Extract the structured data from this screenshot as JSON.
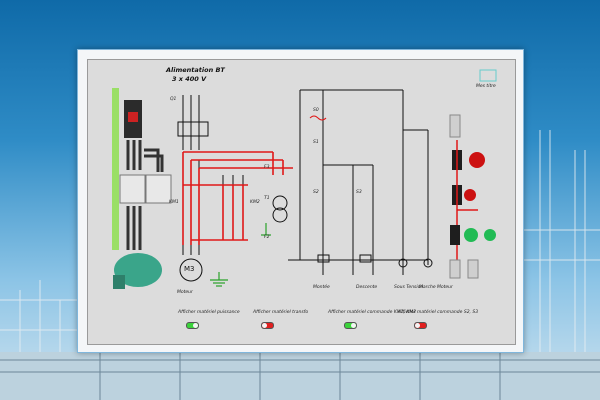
{
  "diagram": {
    "title_line1": "Alimentation BT",
    "title_line2": "3 x 400 V",
    "motor_symbol": "M3",
    "motor_label": "Moteur",
    "labels": {
      "q1": "Q1",
      "km1": "KM1",
      "km2": "KM2",
      "f2": "F2",
      "f3": "F3",
      "t1": "T1",
      "s0": "S0",
      "s1": "S1",
      "s2": "S2",
      "s3": "S3",
      "lamp_monte": "Montée",
      "lamp_descente": "Descente",
      "lamp_sous_tension": "Sous Tension",
      "lamp_marche_moteur": "Marche Moteur"
    },
    "toggles": [
      {
        "label": "Afficher matériel puissance",
        "state": "on",
        "color": "#3bd23b"
      },
      {
        "label": "Afficher matériel transfo",
        "state": "off",
        "color": "#e02020"
      },
      {
        "label": "Afficher matériel commande KM1, KM2",
        "state": "on",
        "color": "#3bd23b"
      },
      {
        "label": "Afficher matériel commande S2, S3",
        "state": "off",
        "color": "#e02020"
      }
    ],
    "corner_icon_label": "Mes titre",
    "colors": {
      "power_line": "#e01818",
      "ground": "#2aa22a",
      "wire": "#111111",
      "motor": "#3aa58a"
    }
  }
}
